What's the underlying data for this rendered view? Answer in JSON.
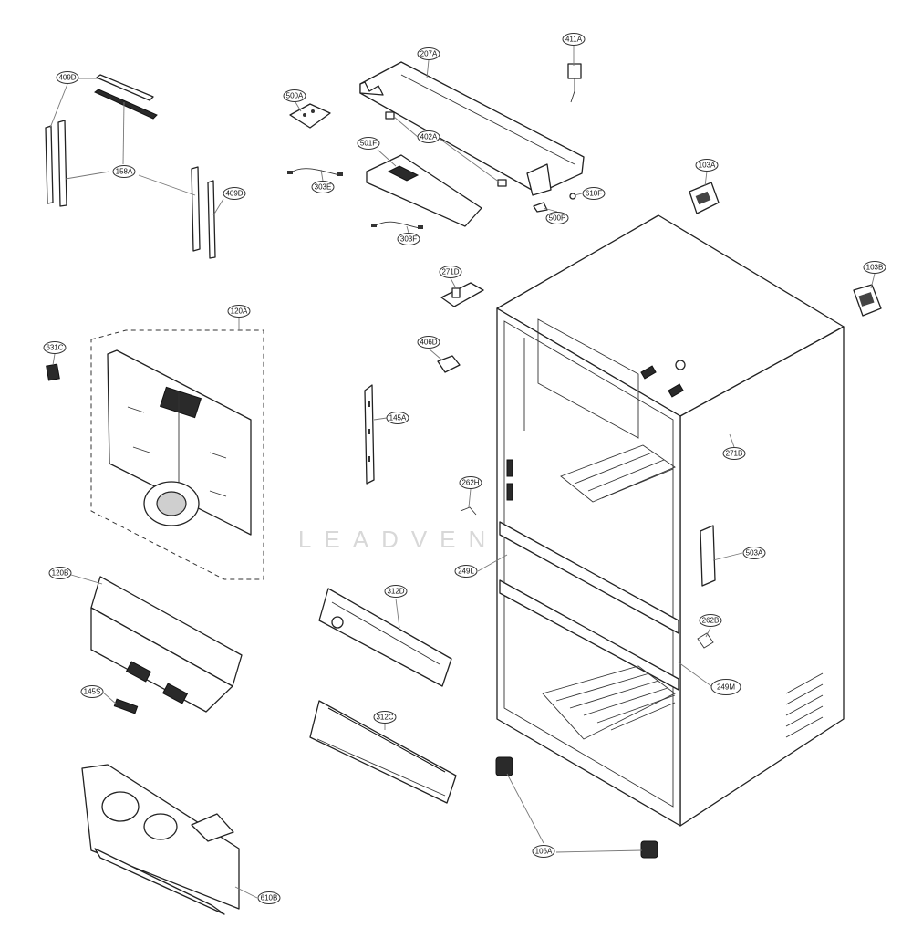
{
  "diagram": {
    "callouts": [
      {
        "id": "409D-top",
        "label": "409D"
      },
      {
        "id": "158A",
        "label": "158A"
      },
      {
        "id": "409D-right",
        "label": "409D"
      },
      {
        "id": "500A",
        "label": "500A"
      },
      {
        "id": "303E",
        "label": "303E"
      },
      {
        "id": "207A",
        "label": "207A"
      },
      {
        "id": "402A",
        "label": "402A"
      },
      {
        "id": "501F",
        "label": "501F"
      },
      {
        "id": "303F",
        "label": "303F"
      },
      {
        "id": "411A",
        "label": "411A"
      },
      {
        "id": "610F",
        "label": "610F"
      },
      {
        "id": "500P",
        "label": "500P"
      },
      {
        "id": "103A",
        "label": "103A"
      },
      {
        "id": "103B",
        "label": "103B"
      },
      {
        "id": "271D",
        "label": "271D"
      },
      {
        "id": "120A",
        "label": "120A"
      },
      {
        "id": "631C",
        "label": "631C"
      },
      {
        "id": "406D",
        "label": "406D"
      },
      {
        "id": "145A",
        "label": "145A"
      },
      {
        "id": "271B",
        "label": "271B"
      },
      {
        "id": "262H",
        "label": "262H"
      },
      {
        "id": "503A",
        "label": "503A"
      },
      {
        "id": "249L",
        "label": "249L"
      },
      {
        "id": "120B",
        "label": "120B"
      },
      {
        "id": "312D",
        "label": "312D"
      },
      {
        "id": "262B",
        "label": "262B"
      },
      {
        "id": "249M",
        "label": "249M"
      },
      {
        "id": "145S",
        "label": "145S"
      },
      {
        "id": "312C",
        "label": "312C"
      },
      {
        "id": "106A",
        "label": "106A"
      },
      {
        "id": "610B",
        "label": "610B"
      }
    ],
    "watermark": "LEADVENTURE"
  }
}
